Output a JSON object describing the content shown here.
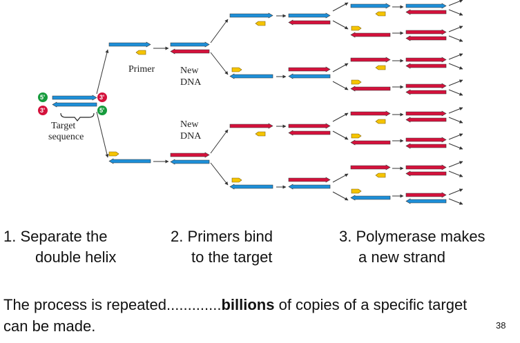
{
  "diagram": {
    "labels": {
      "primer": "Primer",
      "new_dna_top_1": "New",
      "new_dna_top_2": "DNA",
      "new_dna_bottom_1": "New",
      "new_dna_bottom_2": "DNA",
      "target_1": "Target",
      "target_2": "sequence"
    },
    "ends": {
      "five_prime": "5'",
      "three_prime": "3'"
    },
    "colors": {
      "template": "#1e8fd8",
      "new_strand": "#d4123c",
      "primer": "#f5c400",
      "five_end": "#169b3c",
      "three_end": "#d4123c"
    }
  },
  "steps": [
    {
      "num": "1.",
      "line1": "Separate the",
      "line2": "double helix"
    },
    {
      "num": "2.",
      "line1": "Primers bind",
      "line2": "to the target"
    },
    {
      "num": "3.",
      "line1": "Polymerase makes",
      "line2": "a new strand"
    }
  ],
  "summary": {
    "before": "The process is repeated.............",
    "bold": "billions",
    "after": " of copies of a specific target can be made."
  },
  "page_number": "38"
}
